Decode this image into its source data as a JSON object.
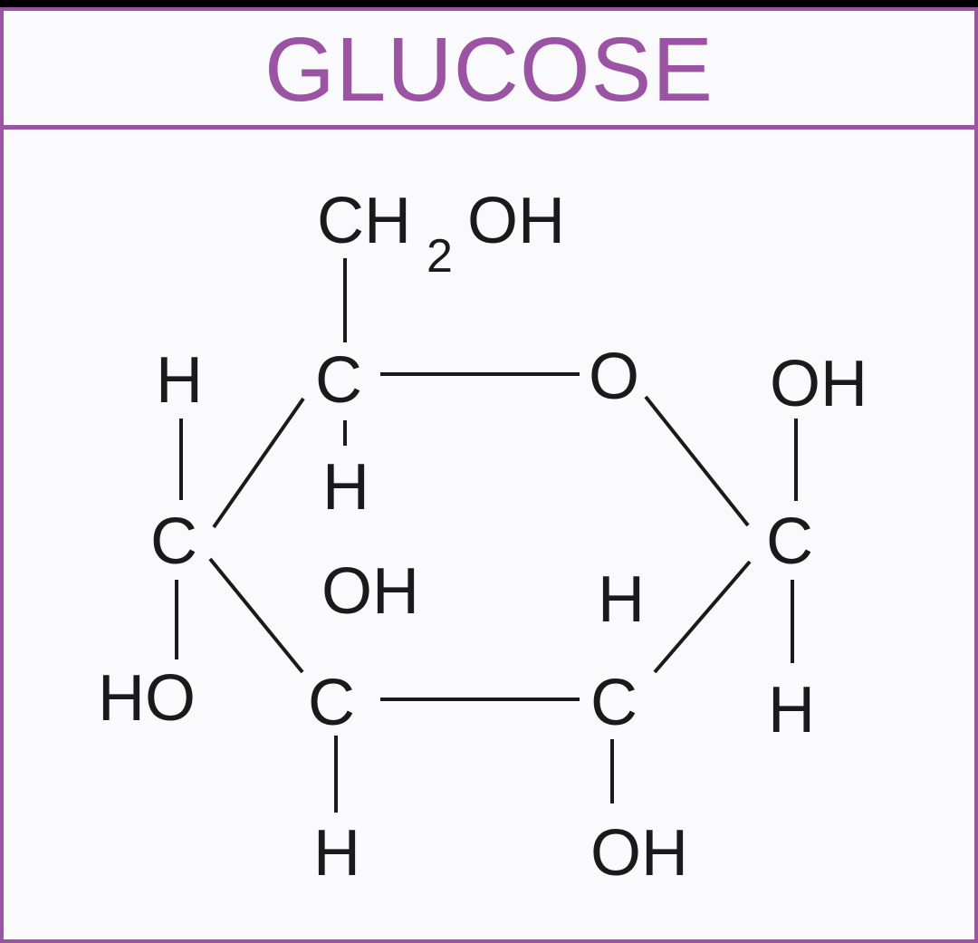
{
  "title": "GLUCOSE",
  "colors": {
    "accent": "#9a54a3",
    "ink": "#1a1a1a",
    "background": "#fafafc"
  },
  "structure": {
    "top_group": {
      "main": "CH",
      "subscript": "2",
      "suffix": "OH"
    },
    "ring": {
      "c5": "C",
      "o": "O",
      "c1": "C",
      "c2": "C",
      "c3": "C",
      "c4": "C"
    },
    "substituents": {
      "c5_h": "H",
      "c4_h": "H",
      "c4_ho": "HO",
      "c3_oh": "OH",
      "c3_h": "H",
      "c2_h": "H",
      "c2_oh": "OH",
      "c1_oh": "OH",
      "c1_h": "H"
    }
  }
}
